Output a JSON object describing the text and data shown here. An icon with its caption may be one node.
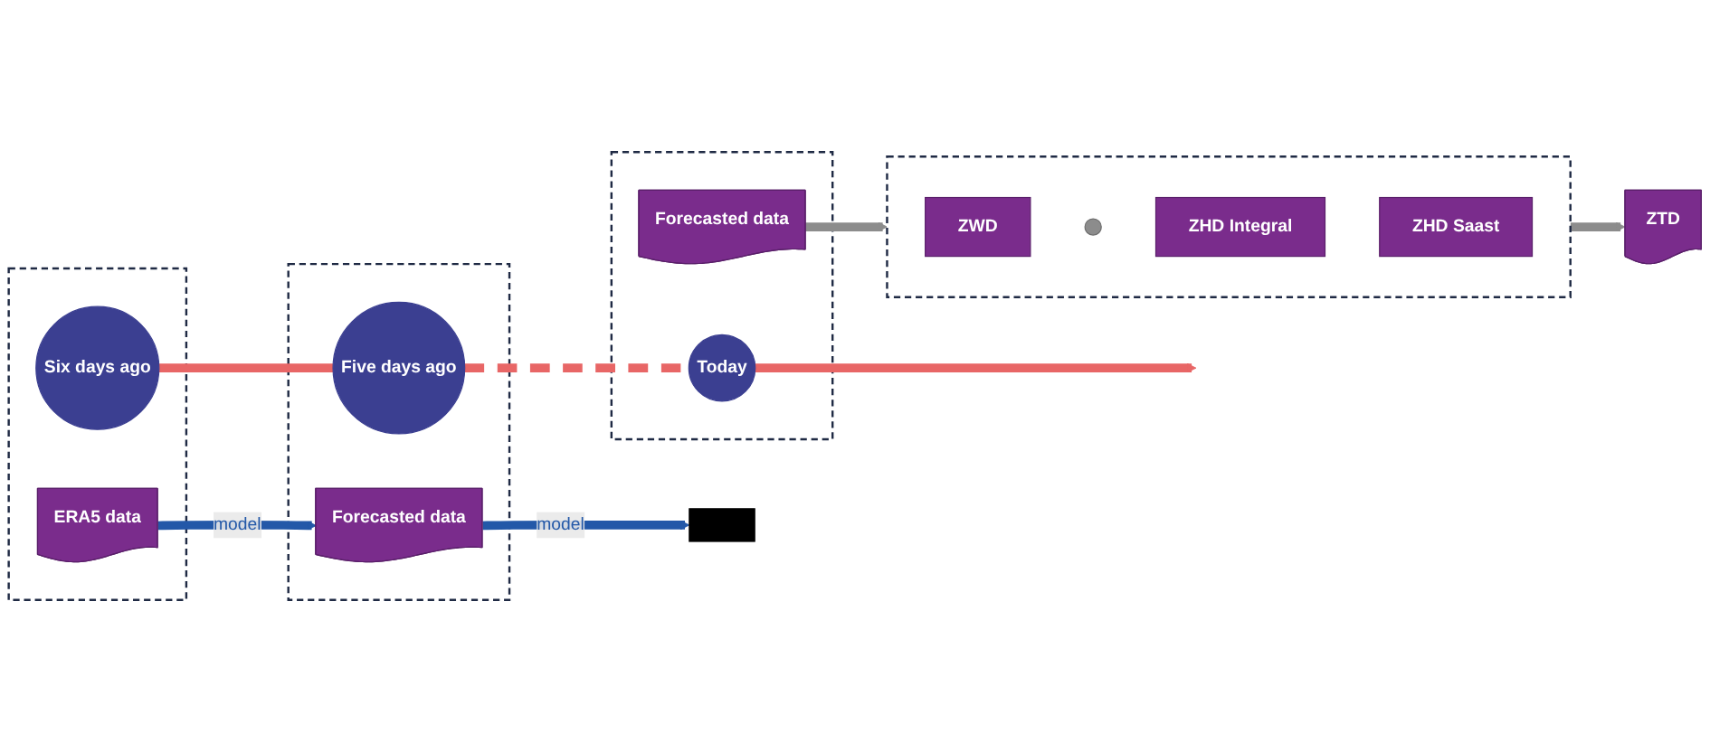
{
  "diagram": {
    "nodes": [
      {
        "text": [],
        "shape": "box"
      },
      {
        "text": [
          "Six days ago"
        ],
        "in": 0
      },
      {
        "text": [
          "ERA5 data"
        ],
        "in": 0
      },
      {
        "text": [],
        "shape": "box"
      },
      {
        "text": [
          "Five days ago"
        ],
        "in": 3
      },
      {
        "text": [
          "Forecasted data"
        ],
        "in": 3
      },
      {
        "text": [],
        "shape": "box"
      },
      {
        "text": [
          "Today"
        ],
        "in": 6
      },
      {
        "text": [
          "Forecasted data"
        ],
        "in": 6
      },
      {
        "text": [],
        "shape": "dots"
      },
      {
        "text": [],
        "shape": "box"
      },
      {
        "text": [
          "ZWD"
        ],
        "in": 10
      },
      {
        "text": [],
        "shape": "cross",
        "in": 10
      },
      {
        "text": [
          "ZHD Integral"
        ],
        "in": 10
      },
      {
        "text": [
          "ZHD Saast"
        ],
        "in": 10
      },
      {
        "text": [
          "ZTD"
        ]
      }
    ],
    "edges": [
      {
        "from": 1,
        "to": 4,
        "arrow": "none",
        "color": "#e86666"
      },
      {
        "from": 4,
        "to": 7,
        "arrow": "none",
        "style": "dashed",
        "color": "#e86666"
      },
      {
        "from": 7,
        "to": null,
        "arrow": "to",
        "color": "#e86666"
      },
      {
        "from": 2,
        "to": 5,
        "arrow": "to",
        "label": "model",
        "color": "#2358a8"
      },
      {
        "from": 5,
        "to": 9,
        "arrow": "to",
        "label": "model",
        "color": "#2358a8"
      },
      {
        "from": 8,
        "to": 10,
        "arrow": "to",
        "color": "#8c8c8c"
      },
      {
        "from": 10,
        "to": 15,
        "arrow": "to",
        "color": "#8c8c8c"
      }
    ]
  }
}
